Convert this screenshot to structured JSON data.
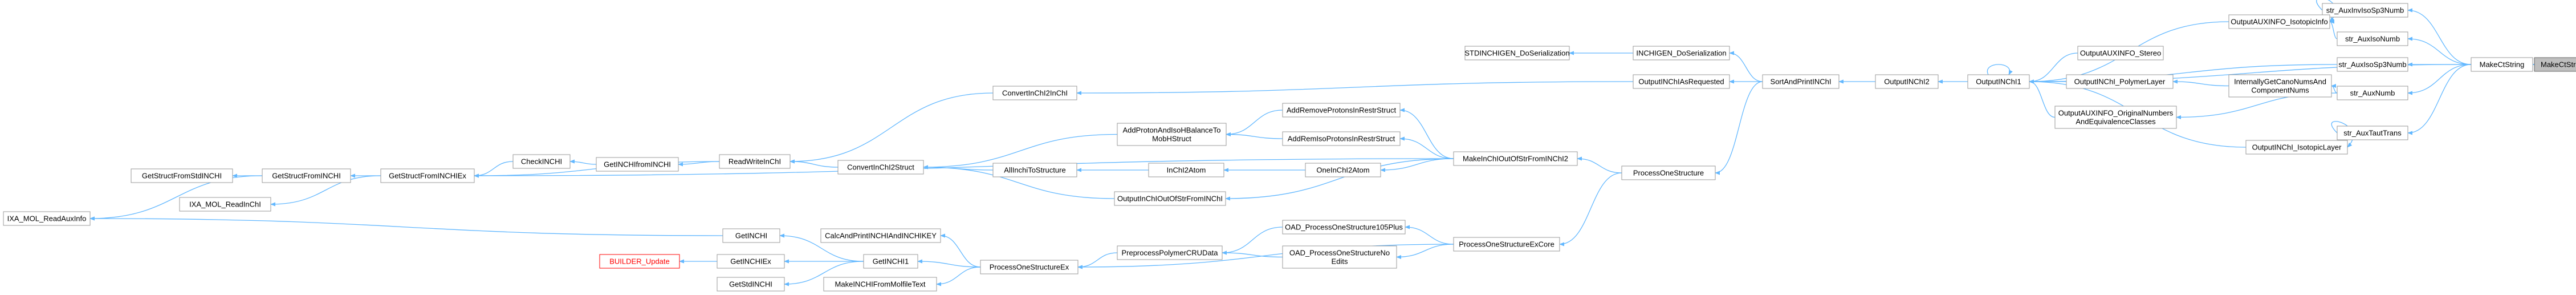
{
  "graph": {
    "colors": {
      "node_border": "#999999",
      "target_fill": "#bfbfbf",
      "missing_text": "#ff0000",
      "edge": "#63b8ff"
    },
    "nodes": {
      "MakeCtStringOld": [
        "MakeCtStringOld"
      ],
      "MakeCtString": [
        "MakeCtString"
      ],
      "str_AuxInvIsoSp3Numb": [
        "str_AuxInvIsoSp3Numb"
      ],
      "OutputAUXINFO_IsotopicInfo": [
        "OutputAUXINFO_IsotopicInfo"
      ],
      "str_AuxIsoNumb": [
        "str_AuxIsoNumb"
      ],
      "str_AuxIsoSp3Numb": [
        "str_AuxIsoSp3Numb"
      ],
      "str_AuxNumb": [
        "str_AuxNumb"
      ],
      "str_AuxTautTrans": [
        "str_AuxTautTrans"
      ],
      "OutputINChI1": [
        "OutputINChI1"
      ],
      "OutputAUXINFO_Stereo": [
        "OutputAUXINFO_Stereo"
      ],
      "OutputINChI_PolymerLayer": [
        "OutputINChI_PolymerLayer"
      ],
      "InternallyGetCanoNumsAndComponentNums": [
        "InternallyGetCanoNumsAnd",
        "ComponentNums"
      ],
      "OutputAUXINFO_OriginalNumbersAndEquivalenceClasses": [
        "OutputAUXINFO_OriginalNumbers",
        "AndEquivalenceClasses"
      ],
      "OutputINChI_IsotopicLayer": [
        "OutputINChI_IsotopicLayer"
      ],
      "OutputINChI2": [
        "OutputINChI2"
      ],
      "SortAndPrintINChI": [
        "SortAndPrintINChI"
      ],
      "INCHIGEN_DoSerialization": [
        "INCHIGEN_DoSerialization"
      ],
      "STDINCHIGEN_DoSerialization": [
        "STDINCHIGEN_DoSerialization"
      ],
      "OutputINChIAsRequested": [
        "OutputINChIAsRequested"
      ],
      "ConvertInChI2InChI": [
        "ConvertInChI2InChI"
      ],
      "ProcessOneStructure": [
        "ProcessOneStructure"
      ],
      "MakeInChIOutOfStrFromINChI2": [
        "MakeInChIOutOfStrFromINChI2"
      ],
      "AddRemoveProtonsInRestrStruct": [
        "AddRemoveProtonsInRestrStruct"
      ],
      "AddRemIsoProtonsInRestrStruct": [
        "AddRemIsoProtonsInRestrStruct"
      ],
      "OneInChI2Atom": [
        "OneInChI2Atom"
      ],
      "AddProtonAndIsoHBalanceToMobHStruct": [
        "AddProtonAndIsoHBalanceTo",
        "MobHStruct"
      ],
      "InChI2Atom": [
        "InChI2Atom"
      ],
      "AllInchiToStructure": [
        "AllInchiToStructure"
      ],
      "ConvertInChI2Struct": [
        "ConvertInChI2Struct"
      ],
      "OutputInChIOutOfStrFromINChI": [
        "OutputInChIOutOfStrFromINChI"
      ],
      "ReadWriteInChI": [
        "ReadWriteInChI"
      ],
      "GetINCHIfromINCHI": [
        "GetINCHIfromINCHI"
      ],
      "CheckINCHI": [
        "CheckINCHI"
      ],
      "GetStructFromINCHIEx": [
        "GetStructFromINCHIEx"
      ],
      "GetStructFromINCHI": [
        "GetStructFromINCHI"
      ],
      "GetStructFromStdINCHI": [
        "GetStructFromStdINCHI"
      ],
      "IXA_MOL_ReadInChI": [
        "IXA_MOL_ReadInChI"
      ],
      "IXA_MOL_ReadAuxInfo": [
        "IXA_MOL_ReadAuxInfo"
      ],
      "ProcessOneStructureExCore": [
        "ProcessOneStructureExCore"
      ],
      "OAD_ProcessOneStructure105Plus": [
        "OAD_ProcessOneStructure105Plus"
      ],
      "OAD_ProcessOneStructureNoEdits": [
        "OAD_ProcessOneStructureNo",
        "Edits"
      ],
      "PreprocessPolymerCRUData": [
        "PreprocessPolymerCRUData"
      ],
      "ProcessOneStructureEx": [
        "ProcessOneStructureEx"
      ],
      "CalcAndPrintINCHIAndINCHIKEY": [
        "CalcAndPrintINCHIAndINCHIKEY"
      ],
      "GetINCHI1": [
        "GetINCHI1"
      ],
      "MakeINCHIFromMolfileText": [
        "MakeINCHIFromMolfileText"
      ],
      "GetINCHI": [
        "GetINCHI"
      ],
      "GetINCHIEx": [
        "GetINCHIEx"
      ],
      "GetStdINCHI": [
        "GetStdINCHI"
      ],
      "BUILDER_Update": [
        "BUILDER_Update"
      ]
    }
  }
}
